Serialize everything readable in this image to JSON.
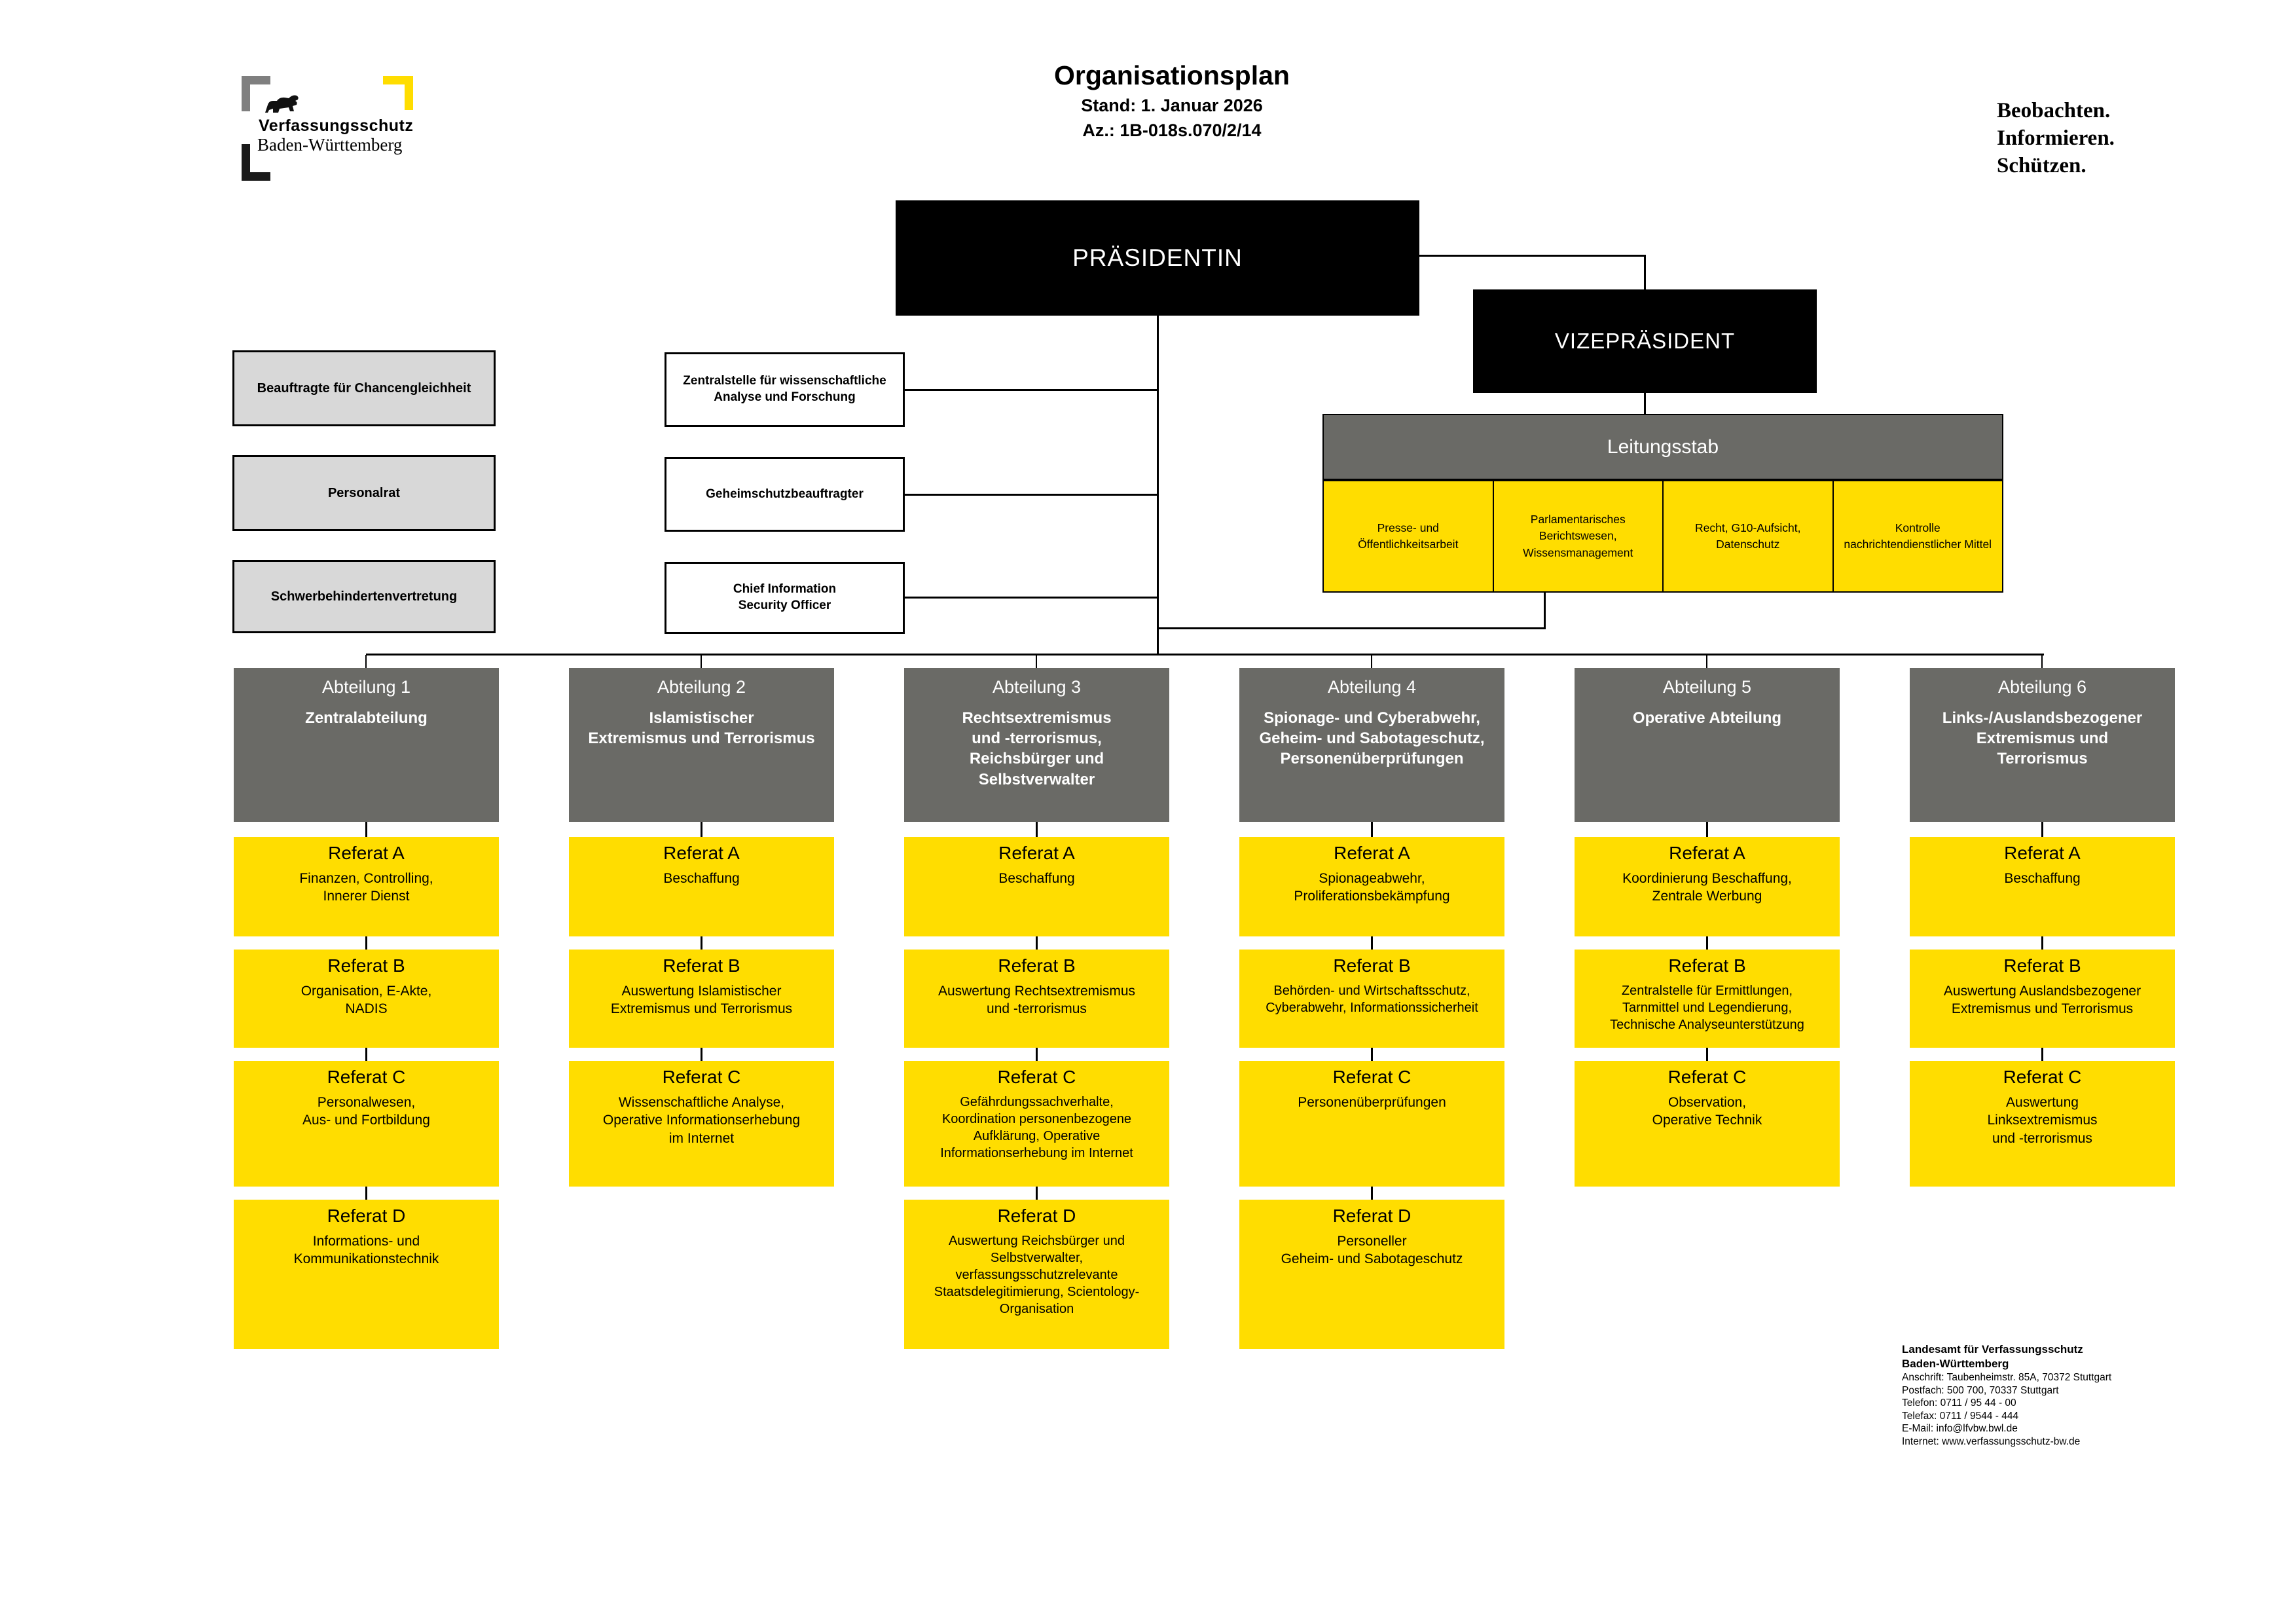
{
  "header": {
    "logo_line1": "Verfassungsschutz",
    "logo_line2": "Baden-Württemberg",
    "title": "Organisationsplan",
    "stand": "Stand: 1. Januar 2026",
    "az": "Az.: 1B-018s.070/2/14",
    "slogan": [
      "Beobachten.",
      "Informieren.",
      "Schützen."
    ]
  },
  "leadership": {
    "president": "PRÄSIDENTIN",
    "vice_president": "VIZEPRÄSIDENT"
  },
  "advisory_left": [
    "Beauftragte für Chancengleichheit",
    "Personalrat",
    "Schwerbehindertenvertretung"
  ],
  "staff_center": [
    "Zentralstelle für wissenschaftliche\nAnalyse und Forschung",
    "Geheimschutzbeauftragter",
    "Chief Information\nSecurity Officer"
  ],
  "leitungsstab": {
    "title": "Leitungsstab",
    "units": [
      "Presse- und\nÖffentlichkeitsarbeit",
      "Parlamentarisches\nBerichtswesen,\nWissensmanagement",
      "Recht, G10-Aufsicht,\nDatenschutz",
      "Kontrolle\nnachrichtendienstlicher Mittel"
    ]
  },
  "departments": [
    {
      "number": "Abteilung 1",
      "name": "Zentralabteilung",
      "referate": [
        {
          "title": "Referat A",
          "desc": "Finanzen, Controlling,\nInnerer Dienst"
        },
        {
          "title": "Referat B",
          "desc": "Organisation, E-Akte,\nNADIS"
        },
        {
          "title": "Referat C",
          "desc": "Personalwesen,\nAus- und Fortbildung"
        },
        {
          "title": "Referat D",
          "desc": "Informations- und\nKommunikationstechnik"
        }
      ]
    },
    {
      "number": "Abteilung 2",
      "name": "Islamistischer\nExtremismus und Terrorismus",
      "referate": [
        {
          "title": "Referat A",
          "desc": "Beschaffung"
        },
        {
          "title": "Referat B",
          "desc": "Auswertung Islamistischer\nExtremismus und Terrorismus"
        },
        {
          "title": "Referat C",
          "desc": "Wissenschaftliche Analyse,\nOperative Informationserhebung\nim Internet"
        }
      ]
    },
    {
      "number": "Abteilung 3",
      "name": "Rechtsextremismus\nund -terrorismus,\nReichsbürger und\nSelbstverwalter",
      "referate": [
        {
          "title": "Referat A",
          "desc": "Beschaffung"
        },
        {
          "title": "Referat B",
          "desc": "Auswertung Rechtsextremismus\nund -terrorismus"
        },
        {
          "title": "Referat C",
          "desc": "Gefährdungssachverhalte,\nKoordination personenbezogene\nAufklärung, Operative\nInformationserhebung im Internet"
        },
        {
          "title": "Referat D",
          "desc": "Auswertung Reichsbürger und\nSelbstverwalter,\nverfassungsschutzrelevante\nStaatsdelegitimierung, Scientology-\nOrganisation"
        }
      ]
    },
    {
      "number": "Abteilung 4",
      "name": "Spionage- und Cyberabwehr,\nGeheim- und Sabotageschutz,\nPersonenüberprüfungen",
      "referate": [
        {
          "title": "Referat A",
          "desc": "Spionageabwehr,\nProliferationsbekämpfung"
        },
        {
          "title": "Referat B",
          "desc": "Behörden- und Wirtschaftsschutz,\nCyberabwehr, Informationssicherheit"
        },
        {
          "title": "Referat C",
          "desc": "Personenüberprüfungen"
        },
        {
          "title": "Referat D",
          "desc": "Personeller\nGeheim- und Sabotageschutz"
        }
      ]
    },
    {
      "number": "Abteilung 5",
      "name": "Operative Abteilung",
      "referate": [
        {
          "title": "Referat A",
          "desc": "Koordinierung Beschaffung,\nZentrale Werbung"
        },
        {
          "title": "Referat B",
          "desc": "Zentralstelle für Ermittlungen,\nTarnmittel und Legendierung,\nTechnische Analyseunterstützung"
        },
        {
          "title": "Referat C",
          "desc": "Observation,\nOperative Technik"
        }
      ]
    },
    {
      "number": "Abteilung 6",
      "name": "Links-/Auslandsbezogener\nExtremismus und\nTerrorismus",
      "referate": [
        {
          "title": "Referat A",
          "desc": "Beschaffung"
        },
        {
          "title": "Referat B",
          "desc": "Auswertung Auslandsbezogener\nExtremismus und Terrorismus"
        },
        {
          "title": "Referat C",
          "desc": "Auswertung\nLinksextremismus\nund -terrorismus"
        }
      ]
    }
  ],
  "footer": {
    "name1": "Landesamt für Verfassungsschutz",
    "name2": "Baden-Württemberg",
    "lines": [
      "Anschrift: Taubenheimstr. 85A, 70372 Stuttgart",
      "Postfach: 500 700, 70337 Stuttgart",
      "Telefon: 0711 / 95 44 - 00",
      "Telefax: 0711 / 9544 - 444",
      "E-Mail: info@lfvbw.bwl.de",
      "Internet: www.verfassungsschutz-bw.de"
    ]
  },
  "colors": {
    "accent_yellow": "#FFDD00",
    "header_gray": "#6A6A66",
    "note_gray": "#D8D8D8",
    "box_black": "#000000"
  }
}
